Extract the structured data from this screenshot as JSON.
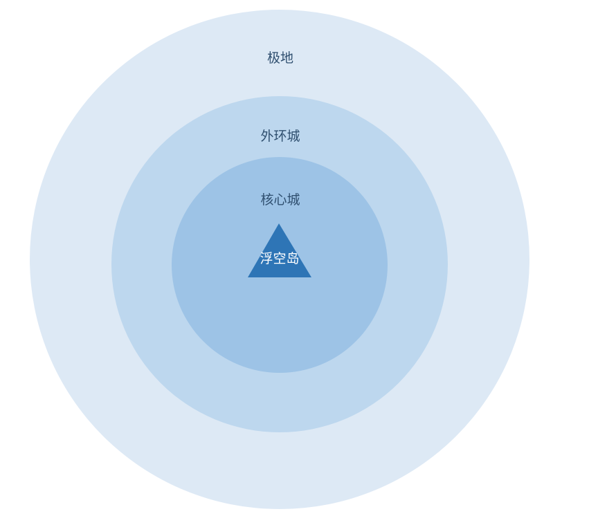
{
  "diagram": {
    "layers": [
      {
        "label": "极地",
        "fill": "#dde9f5"
      },
      {
        "label": "外环城",
        "fill": "#bdd7ee"
      },
      {
        "label": "核心城",
        "fill": "#9dc3e6"
      }
    ],
    "center": {
      "label": "浮空岛",
      "fill": "#2e75b6"
    },
    "label_color": "#2f4f6f",
    "center_label_color": "#ffffff"
  }
}
